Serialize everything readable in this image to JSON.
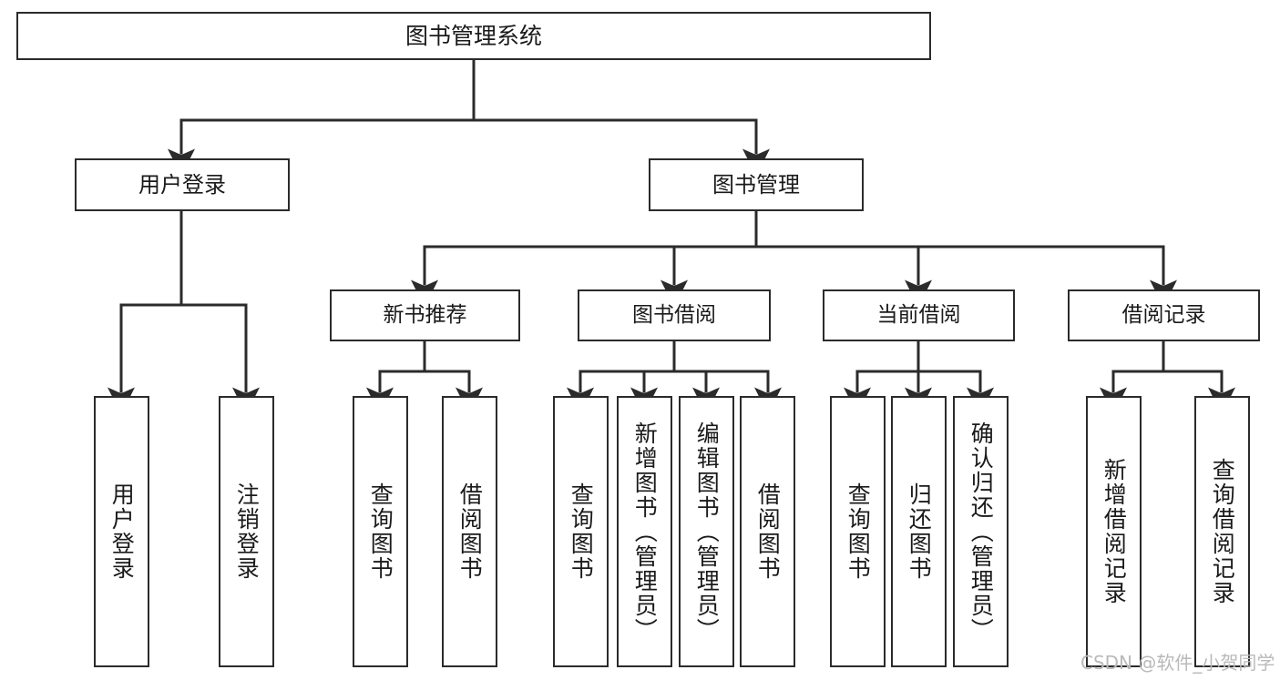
{
  "diagram": {
    "title": "图书管理系统",
    "type": "tree-hierarchy",
    "root": {
      "label": "图书管理系统"
    },
    "level1": [
      {
        "label": "用户登录"
      },
      {
        "label": "图书管理"
      }
    ],
    "level2": [
      {
        "label": "新书推荐"
      },
      {
        "label": "图书借阅"
      },
      {
        "label": "当前借阅"
      },
      {
        "label": "借阅记录"
      }
    ],
    "leaves": {
      "user_login": [
        {
          "label": "用户登录"
        },
        {
          "label": "注销登录"
        }
      ],
      "new_book_recommend": [
        {
          "label": "查询图书"
        },
        {
          "label": "借阅图书"
        }
      ],
      "book_borrow": [
        {
          "label": "查询图书"
        },
        {
          "label": "新增图书（管理员）"
        },
        {
          "label": "编辑图书（管理员）"
        },
        {
          "label": "借阅图书"
        }
      ],
      "current_borrow": [
        {
          "label": "查询图书"
        },
        {
          "label": "归还图书"
        },
        {
          "label": "确认归还（管理员）"
        }
      ],
      "borrow_record": [
        {
          "label": "新增借阅记录"
        },
        {
          "label": "查询借阅记录"
        }
      ]
    }
  },
  "watermark": {
    "text": "CSDN @软件_小贺同学"
  },
  "colors": {
    "border": "#2b2b2b",
    "background": "#ffffff",
    "text": "#1a1a1a",
    "watermark": "#b9b9b9"
  }
}
